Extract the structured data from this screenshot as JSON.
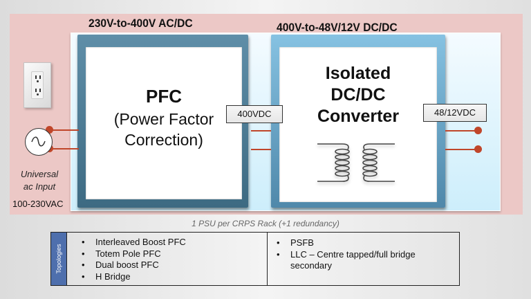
{
  "titles": {
    "acdc_stage": "230V-to-400V AC/DC",
    "dcdc_stage": "400V-to-48V/12V DC/DC"
  },
  "pfc_block": {
    "title": "PFC",
    "subtitle_line1": "(Power Factor",
    "subtitle_line2": "Correction)"
  },
  "dcdc_block": {
    "line1": "Isolated",
    "line2": "DC/DC",
    "line3": "Converter",
    "icon": "transformer-icon"
  },
  "voltage_labels": {
    "intermediate": "400VDC",
    "output": "48/12VDC"
  },
  "input": {
    "outlet_icon": "power-outlet-icon",
    "source_icon": "ac-source-icon",
    "label_line1": "Universal",
    "label_line2": "ac Input",
    "voltage": "100-230VAC"
  },
  "rack_note": "1 PSU per CRPS Rack (+1 redundancy)",
  "topologies": {
    "header": "Topologies",
    "pfc": [
      "Interleaved Boost PFC",
      "Totem Pole PFC",
      "Dual boost PFC",
      "H Bridge"
    ],
    "dcdc": [
      "PSFB",
      "LLC – Centre tapped/full bridge secondary"
    ]
  },
  "colors": {
    "outer_panel": "#ecc8c6",
    "pfc_frame": "#3d6a82",
    "dcdc_frame": "#6aa7cc",
    "wire": "#c0462a",
    "topology_header": "#4e6fad"
  }
}
